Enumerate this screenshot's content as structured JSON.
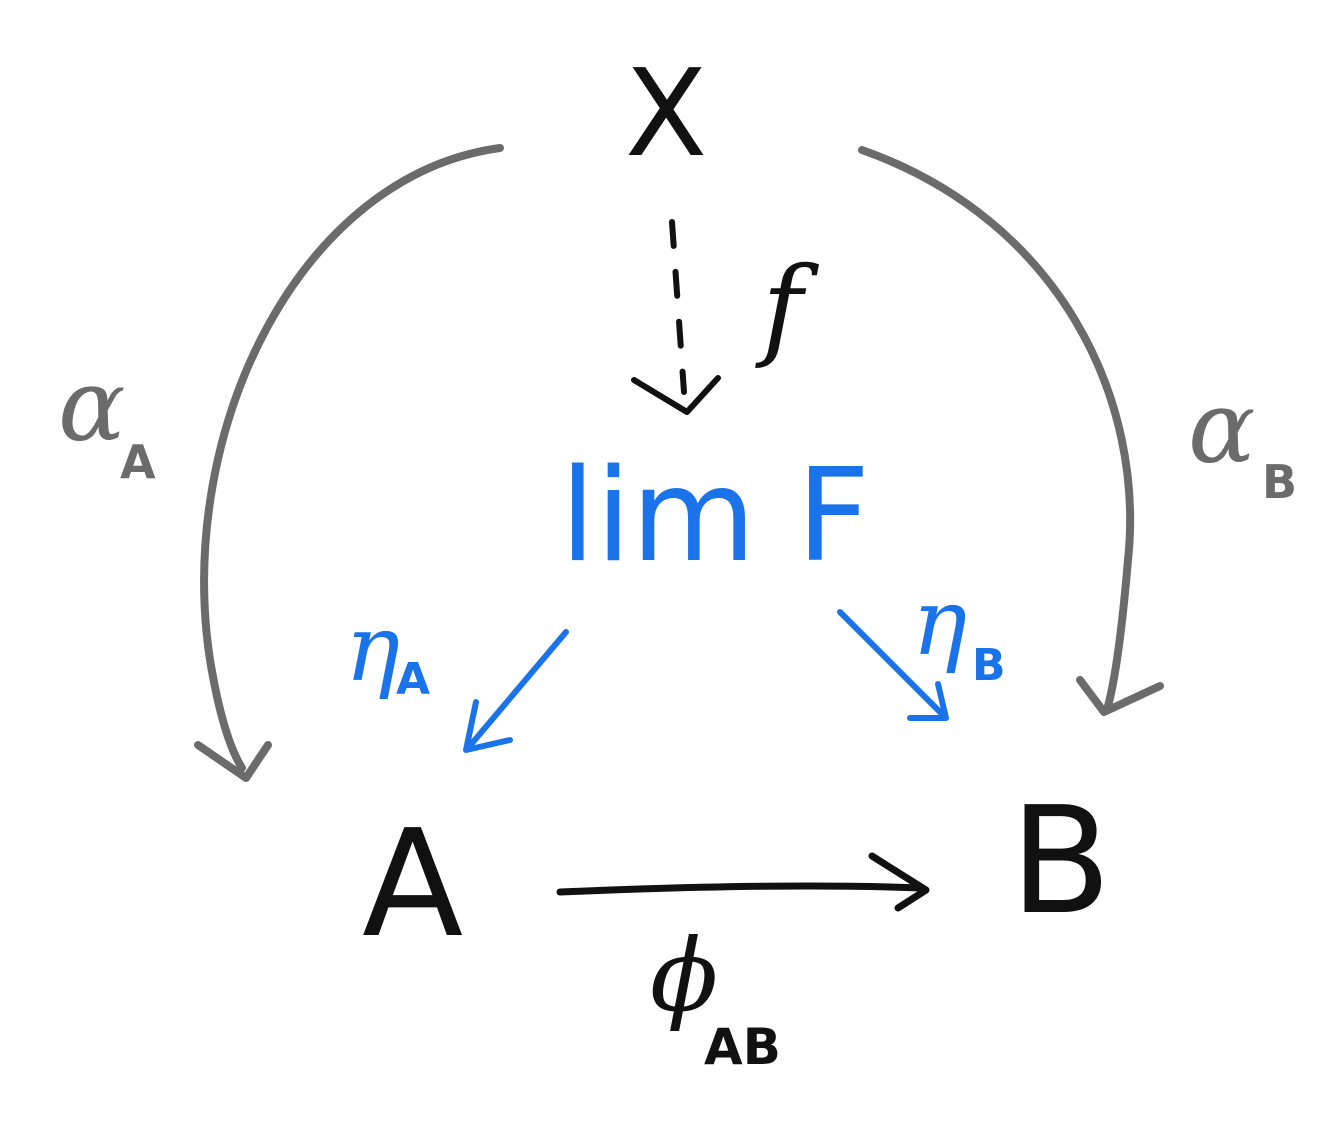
{
  "diagram": {
    "nodes": {
      "x": "X",
      "lim": "lim F",
      "a": "A",
      "b": "B"
    },
    "arrows": {
      "f": {
        "label": "f",
        "style": "dashed"
      },
      "alpha_a": {
        "label": "α",
        "subscript": "A"
      },
      "alpha_b": {
        "label": "α",
        "subscript": "B"
      },
      "eta_a": {
        "label": "η",
        "subscript": "A"
      },
      "eta_b": {
        "label": "η",
        "subscript": "B"
      },
      "phi_ab": {
        "label": "ϕ",
        "subscript": "AB"
      }
    },
    "colors": {
      "black": "#111111",
      "gray": "#6b6b6b",
      "blue": "#1a73e8"
    }
  }
}
